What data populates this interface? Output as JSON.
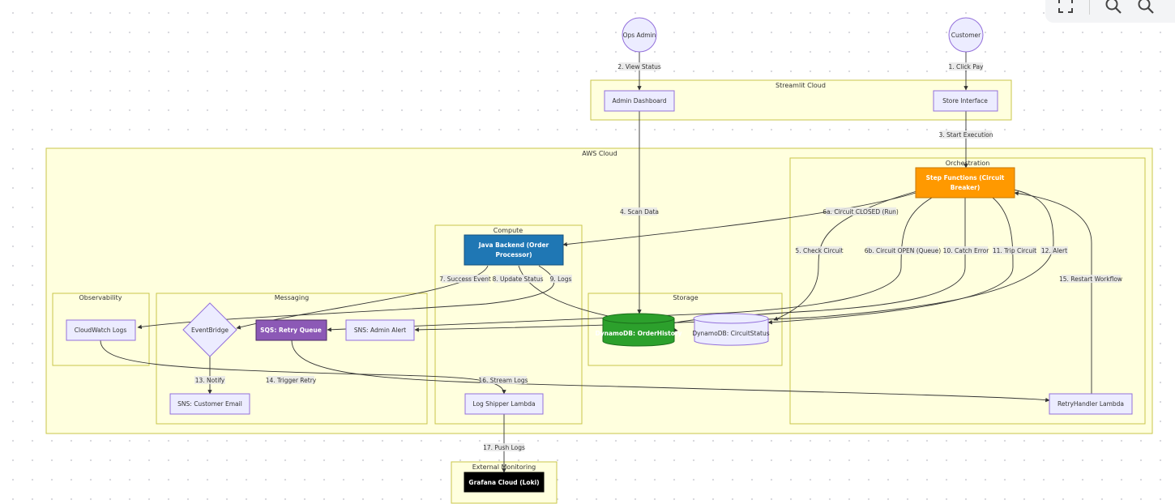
{
  "clusters": {
    "streamlit": "Streamlit Cloud",
    "aws": "AWS Cloud",
    "orchestration": "Orchestration",
    "compute": "Compute",
    "observability": "Observability",
    "messaging": "Messaging",
    "storage": "Storage",
    "external": "External Monitoring"
  },
  "nodes": {
    "ops_admin": "Ops Admin",
    "customer": "Customer",
    "admin_dashboard": "Admin Dashboard",
    "store_interface": "Store Interface",
    "step_functions_l1": "Step Functions (Circuit",
    "step_functions_l2": "Breaker)",
    "java_backend_l1": "Java Backend (Order",
    "java_backend_l2": "Processor)",
    "cloudwatch_logs": "CloudWatch Logs",
    "eventbridge": "EventBridge",
    "sqs_retry": "SQS: Retry Queue",
    "sns_admin": "SNS: Admin Alert",
    "sns_customer": "SNS: Customer Email",
    "dynamo_order": "DynamoDB: OrderHistory",
    "dynamo_circuit": "DynamoDB: CircuitStatus",
    "log_shipper": "Log Shipper Lambda",
    "retry_handler": "RetryHandler Lambda",
    "grafana": "Grafana Cloud (Loki)"
  },
  "edges": {
    "e1": "1. Click Pay",
    "e2": "2. View Status",
    "e3": "3. Start Execution",
    "e4": "4. Scan Data",
    "e5": "5. Check Circuit",
    "e6a": "6a. Circuit CLOSED (Run)",
    "e6b": "6b. Circuit OPEN (Queue)",
    "e7": "7. Success Event",
    "e8": "8. Update Status",
    "e9": "9. Logs",
    "e10": "10. Catch Error",
    "e11": "11. Trip Circuit",
    "e12": "12. Alert",
    "e13": "13. Notify",
    "e14": "14. Trigger Retry",
    "e15": "15. Restart Workflow",
    "e16": "16. Stream Logs",
    "e17": "17. Push Logs"
  },
  "colors": {
    "cluster_fill": "#ffffde",
    "cluster_stroke": "#c8c64a",
    "node_fill": "#ececff",
    "node_stroke": "#9370db",
    "step_functions": "#ff9900",
    "java_backend": "#1f77b4",
    "sqs": "#8c59b6",
    "dynamo_order": "#2ca02c",
    "grafana": "#000000"
  },
  "controls": [
    "fullscreen-icon",
    "zoom-in-icon",
    "zoom-out-icon"
  ]
}
